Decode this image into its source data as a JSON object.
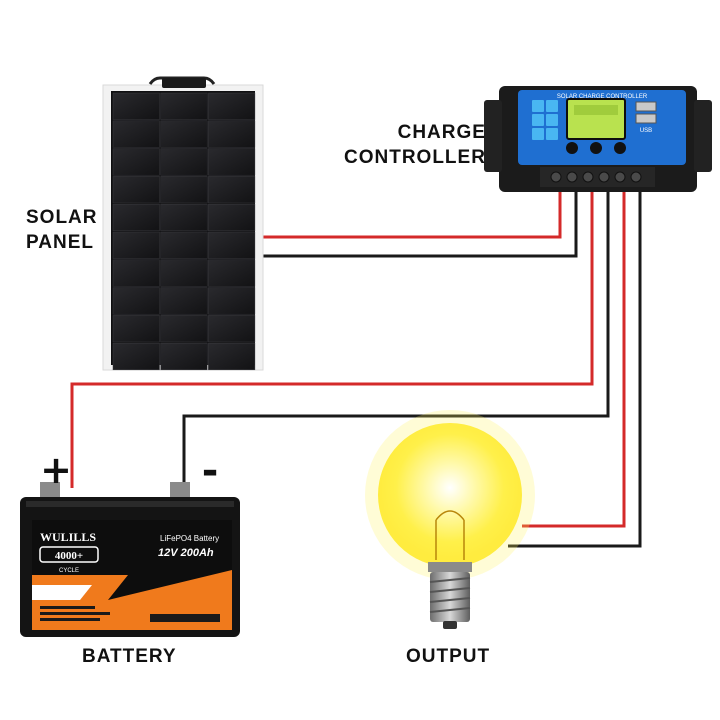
{
  "labels": {
    "solar_panel": [
      "SOLAR",
      "PANEL"
    ],
    "charge_controller": [
      "CHARGE",
      "CONTROLLER"
    ],
    "battery": "BATTERY",
    "output": "OUTPUT"
  },
  "battery_terminals": {
    "positive": "+",
    "negative": "-"
  },
  "controller_device": {
    "title": "SOLAR CHARGE CONTROLLER",
    "usb_label": "USB"
  },
  "battery_device": {
    "brand": "WULILLS",
    "cycles": "4000+",
    "cycle_label": "CYCLE",
    "type": "LiFePO4 Battery",
    "spec": "12V 200Ah"
  },
  "colors": {
    "positive_wire": "#d42a2a",
    "negative_wire": "#1a1a1a",
    "controller_face": "#1f6fd1",
    "battery_accent": "#f07a1c",
    "bulb_glow": "#fff35a"
  }
}
